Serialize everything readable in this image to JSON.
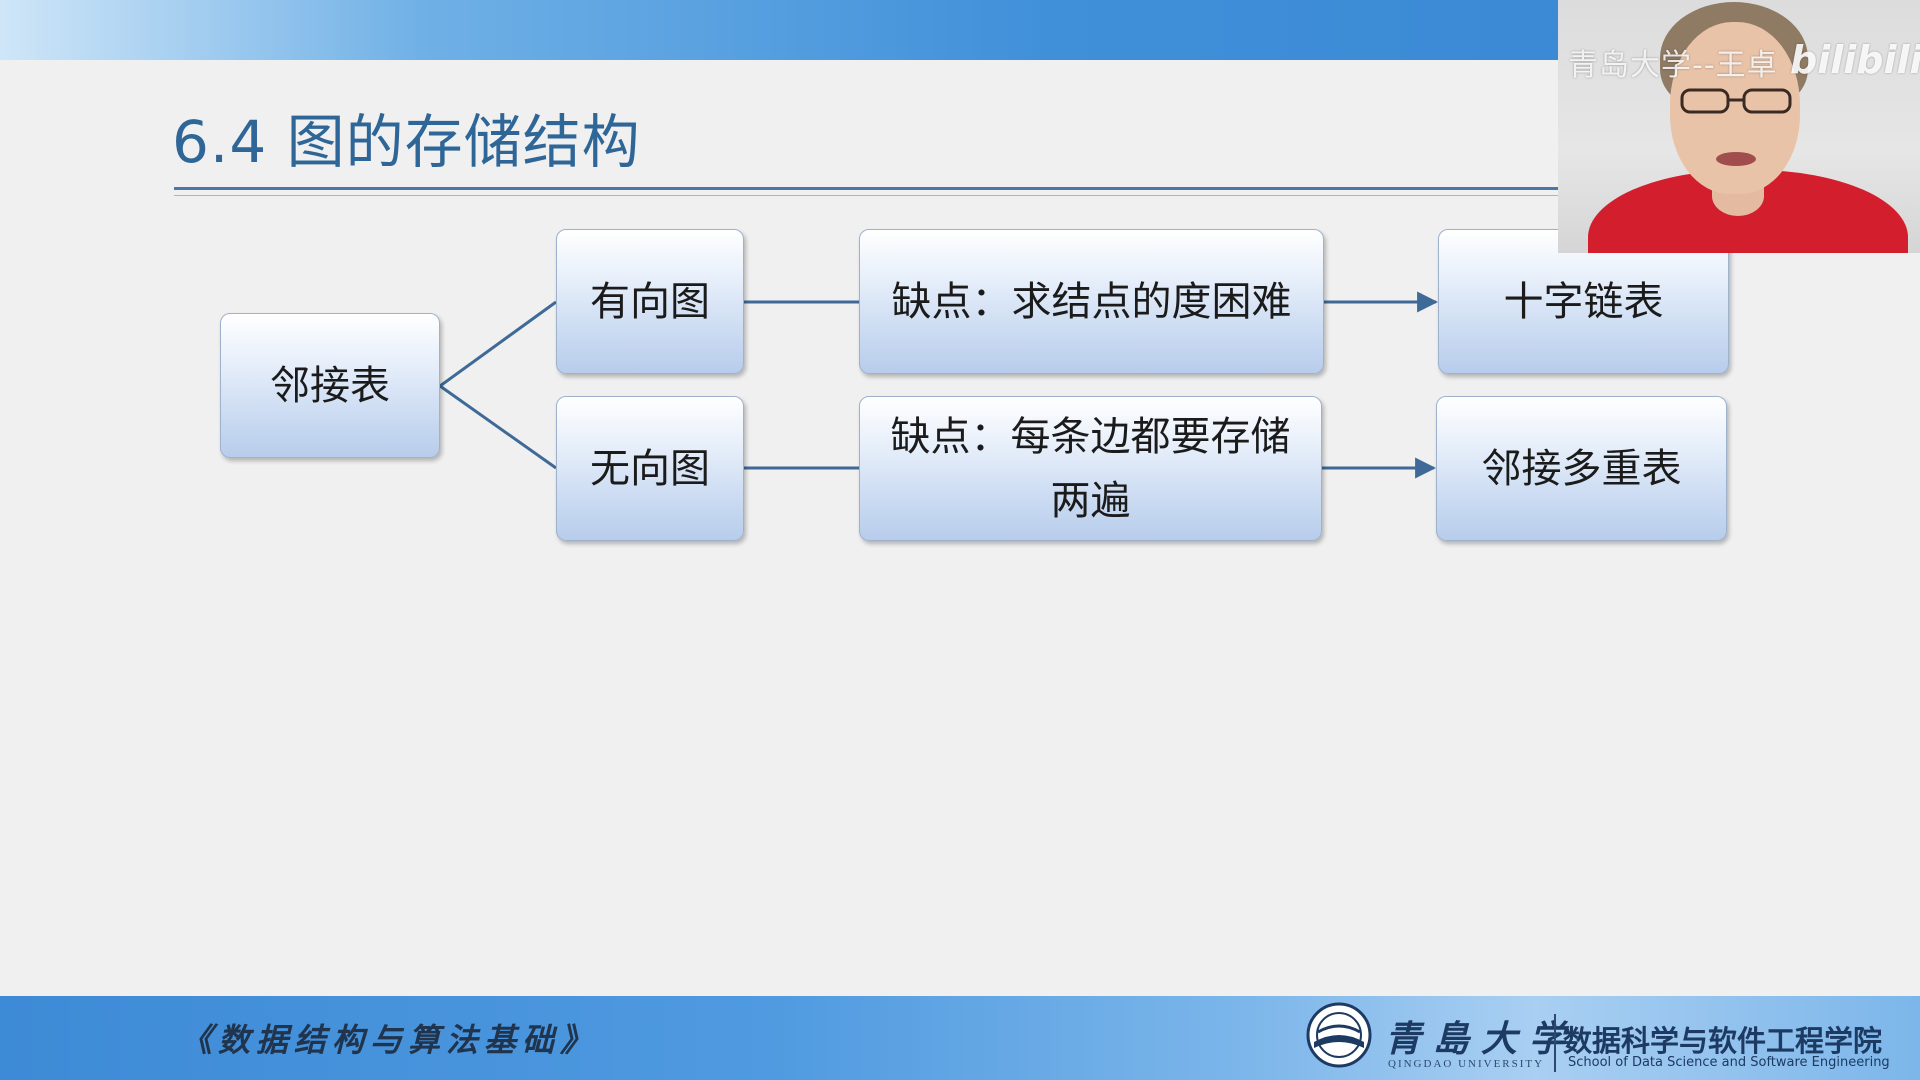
{
  "slide": {
    "title": "6.4 图的存储结构"
  },
  "diagram": {
    "root": "邻接表",
    "directed": {
      "label": "有向图",
      "drawback": "缺点：求结点的度困难",
      "solution": "十字链表"
    },
    "undirected": {
      "label": "无向图",
      "drawback_line1": "缺点：每条边都要存储",
      "drawback_line2": "两遍",
      "solution": "邻接多重表"
    }
  },
  "footer": {
    "course": "《数据结构与算法基础》",
    "university_cn": "青島大学",
    "university_en": "QINGDAO UNIVERSITY",
    "school_cn": "数据科学与软件工程学院",
    "school_en": "School of Data Science and Software Engineering"
  },
  "webcam": {
    "watermark_text": "青岛大学--王卓",
    "logo_text": "bilibili"
  },
  "colors": {
    "title": "#2f6698",
    "connector": "#3f6a97",
    "band": "#3f8fd9"
  }
}
